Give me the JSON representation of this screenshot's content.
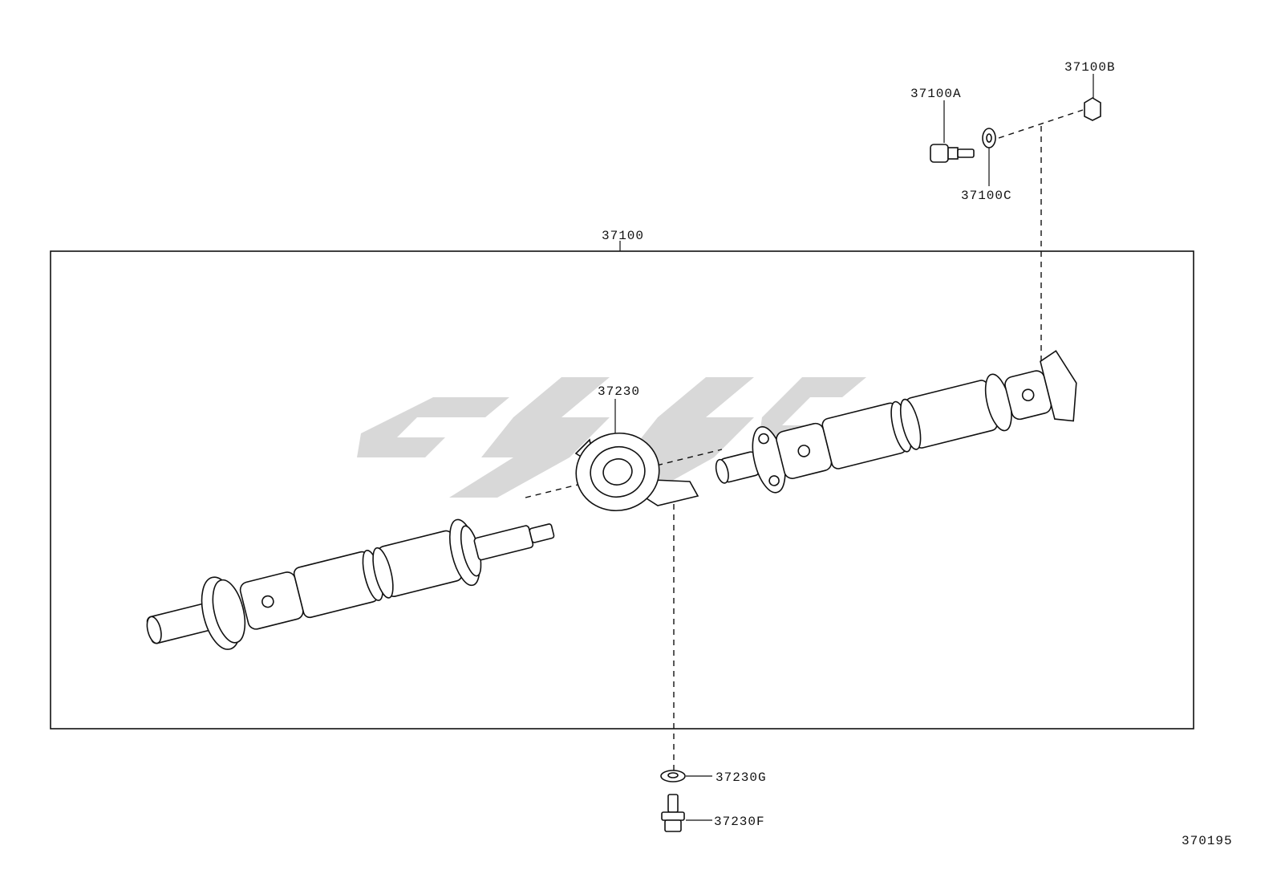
{
  "labels": {
    "driveshaft_assembly": "37100",
    "bolt": "37100A",
    "nut": "37100B",
    "washer": "37100C",
    "center_bearing": "37230",
    "bearing_washer": "37230G",
    "bearing_bolt": "37230F",
    "diagram_code": "370195"
  }
}
